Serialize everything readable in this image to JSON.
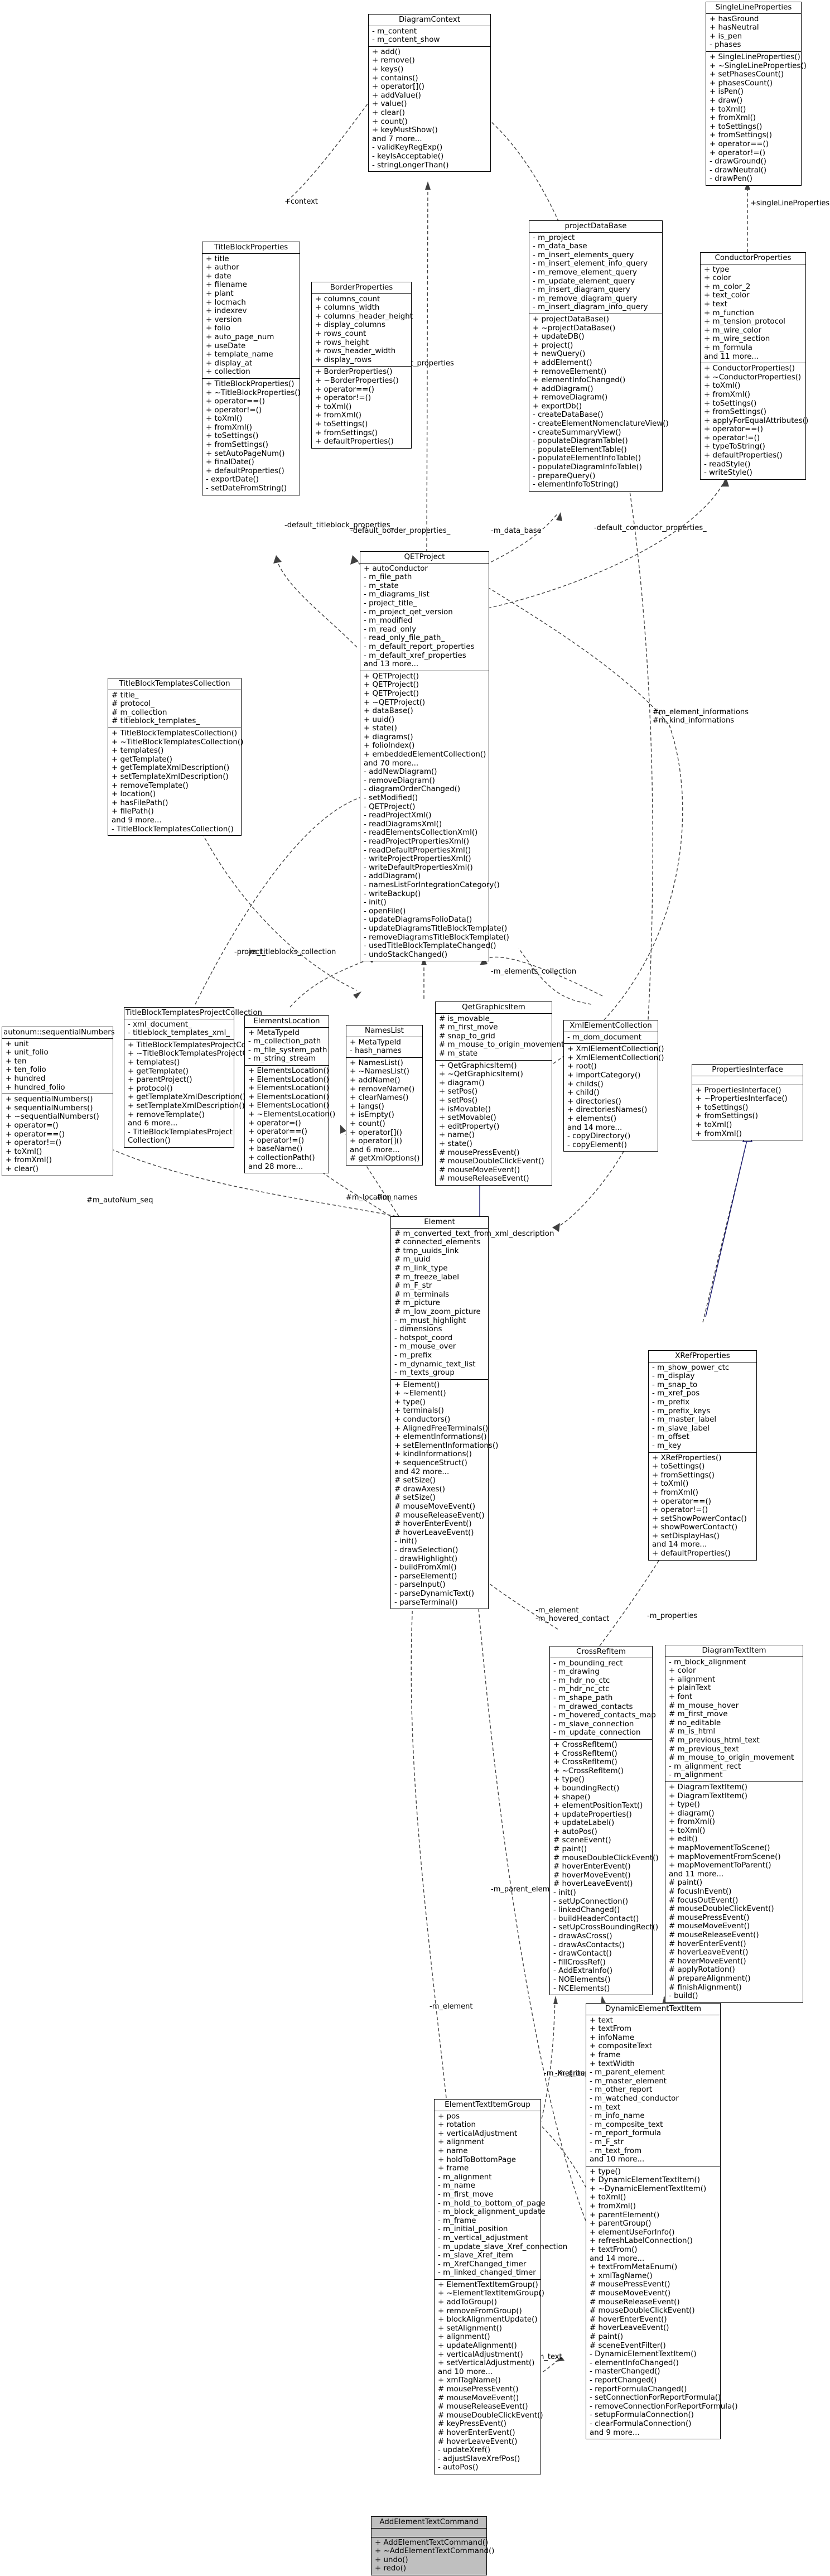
{
  "nodes": {
    "DiagramContext": {
      "title": "DiagramContext",
      "attributes": [
        "- m_content",
        "- m_content_show"
      ],
      "methods": [
        "+ add()",
        "+ remove()",
        "+ keys()",
        "+ contains()",
        "+ operator[]()",
        "+ addValue()",
        "+ value()",
        "+ clear()",
        "+ count()",
        "+ keyMustShow()",
        "and 7 more...",
        "- validKeyRegExp()",
        "- keyIsAcceptable()",
        "- stringLongerThan()"
      ]
    },
    "SingleLineProperties": {
      "title": "SingleLineProperties",
      "attributes": [
        "+ hasGround",
        "+ hasNeutral",
        "+ is_pen",
        "- phases"
      ],
      "methods": [
        "+ SingleLineProperties()",
        "+ ~SingleLineProperties()",
        "+ setPhasesCount()",
        "+ phasesCount()",
        "+ isPen()",
        "+ draw()",
        "+ toXml()",
        "+ fromXml()",
        "+ toSettings()",
        "+ fromSettings()",
        "+ operator==()",
        "+ operator!=()",
        "- drawGround()",
        "- drawNeutral()",
        "- drawPen()"
      ]
    },
    "ProjectDataBase": {
      "title": "projectDataBase",
      "attributes": [
        "- m_project",
        "- m_data_base",
        "- m_insert_elements_query",
        "- m_insert_element_info_query",
        "- m_remove_element_query",
        "- m_update_element_query",
        "- m_insert_diagram_query",
        "- m_remove_diagram_query",
        "- m_insert_diagram_info_query"
      ],
      "methods": [
        "+ projectDataBase()",
        "+ ~projectDataBase()",
        "+ updateDB()",
        "+ project()",
        "+ newQuery()",
        "+ addElement()",
        "+ removeElement()",
        "+ elementInfoChanged()",
        "+ addDiagram()",
        "+ removeDiagram()",
        "+ exportDb()",
        "- createDataBase()",
        "- createElementNomenclatureView()",
        "- createSummaryView()",
        "- populateDiagramTable()",
        "- populateElementTable()",
        "- populateElementInfoTable()",
        "- populateDiagramInfoTable()",
        "- prepareQuery()",
        "- elementInfoToString()"
      ]
    },
    "TitleBlockProperties": {
      "title": "TitleBlockProperties",
      "attributes": [
        "+ title",
        "+ author",
        "+ date",
        "+ filename",
        "+ plant",
        "+ locmach",
        "+ indexrev",
        "+ version",
        "+ folio",
        "+ auto_page_num",
        "+ useDate",
        "+ template_name",
        "+ display_at",
        "+ collection"
      ],
      "methods": [
        "+ TitleBlockProperties()",
        "+ ~TitleBlockProperties()",
        "+ operator==()",
        "+ operator!=()",
        "+ toXml()",
        "+ fromXml()",
        "+ toSettings()",
        "+ fromSettings()",
        "+ setAutoPageNum()",
        "+ finalDate()",
        "+ defaultProperties()",
        "- exportDate()",
        "- setDateFromString()"
      ]
    },
    "BorderProperties": {
      "title": "BorderProperties",
      "attributes": [
        "+ columns_count",
        "+ columns_width",
        "+ columns_header_height",
        "+ display_columns",
        "+ rows_count",
        "+ rows_height",
        "+ rows_header_width",
        "+ display_rows"
      ],
      "methods": [
        "+ BorderProperties()",
        "+ ~BorderProperties()",
        "+ operator==()",
        "+ operator!=()",
        "+ toXml()",
        "+ fromXml()",
        "+ toSettings()",
        "+ fromSettings()",
        "+ defaultProperties()"
      ]
    },
    "ConductorProperties": {
      "title": "ConductorProperties",
      "attributes": [
        "+ type",
        "+ color",
        "+ m_color_2",
        "+ text_color",
        "+ text",
        "+ m_function",
        "+ m_tension_protocol",
        "+ m_wire_color",
        "+ m_wire_section",
        "+ m_formula",
        "and 11 more..."
      ],
      "methods": [
        "+ ConductorProperties()",
        "+ ~ConductorProperties()",
        "+ toXml()",
        "+ fromXml()",
        "+ toSettings()",
        "+ fromSettings()",
        "+ applyForEqualAttributes()",
        "+ operator==()",
        "+ operator!=()",
        "+ typeToString()",
        "+ defaultProperties()",
        "- readStyle()",
        "- writeStyle()"
      ]
    },
    "QETProject": {
      "title": "QETProject",
      "attributes": [
        "+ autoConductor",
        "- m_file_path",
        "- m_state",
        "- m_diagrams_list",
        "- project_title_",
        "- m_project_qet_version",
        "- m_modified",
        "- m_read_only",
        "- read_only_file_path_",
        "- m_default_report_properties",
        "- m_default_xref_properties",
        "and 13 more..."
      ],
      "methods": [
        "+ QETProject()",
        "+ QETProject()",
        "+ QETProject()",
        "+ ~QETProject()",
        "+ dataBase()",
        "+ uuid()",
        "+ state()",
        "+ diagrams()",
        "+ folioIndex()",
        "+ embeddedElementCollection()",
        "and 70 more...",
        "- addNewDiagram()",
        "- removeDiagram()",
        "- diagramOrderChanged()",
        "- setModified()",
        "- QETProject()",
        "- readProjectXml()",
        "- readDiagramsXml()",
        "- readElementsCollectionXml()",
        "- readProjectPropertiesXml()",
        "- readDefaultPropertiesXml()",
        "- writeProjectPropertiesXml()",
        "- writeDefaultPropertiesXml()",
        "- addDiagram()",
        "- namesListForIntegrationCategory()",
        "- writeBackup()",
        "- init()",
        "- openFile()",
        "- updateDiagramsFolioData()",
        "- updateDiagramsTitleBlockTemplate()",
        "- removeDiagramsTitleBlockTemplate()",
        "- usedTitleBlockTemplateChanged()",
        "- undoStackChanged()"
      ]
    },
    "TitleBlockTemplatesCollection": {
      "title": "TitleBlockTemplatesCollection",
      "attributes": [
        "# title_",
        "# protocol_",
        "# m_collection",
        "# titleblock_templates_"
      ],
      "methods": [
        "+ TitleBlockTemplatesCollection()",
        "+ ~TitleBlockTemplatesCollection()",
        "+ templates()",
        "+ getTemplate()",
        "+ getTemplateXmlDescription()",
        "+ setTemplateXmlDescription()",
        "+ removeTemplate()",
        "+ location()",
        "+ hasFilePath()",
        "+ filePath()",
        "and 9 more...",
        "- TitleBlockTemplatesCollection()"
      ]
    },
    "TitleBlockTemplatesProjectCollection": {
      "title": "TitleBlockTemplatesProjectCollection",
      "attributes": [
        "- xml_document_",
        "- titleblock_templates_xml_"
      ],
      "methods": [
        "+ TitleBlockTemplatesProjectCollection()",
        "+ ~TitleBlockTemplatesProjectCollection()",
        "+ templates()",
        "+ getTemplate()",
        "+ parentProject()",
        "+ protocol()",
        "+ getTemplateXmlDescription()",
        "+ setTemplateXmlDescription()",
        "+ removeTemplate()",
        "and 6 more...",
        "- TitleBlockTemplatesProject",
        "Collection()"
      ]
    },
    "ElementsLocation": {
      "title": "ElementsLocation",
      "attributes": [
        "+ MetaTypeId",
        "- m_collection_path",
        "- m_file_system_path",
        "- m_string_stream"
      ],
      "methods": [
        "+ ElementsLocation()",
        "+ ElementsLocation()",
        "+ ElementsLocation()",
        "+ ElementsLocation()",
        "+ ElementsLocation()",
        "+ ~ElementsLocation()",
        "+ operator=()",
        "+ operator==()",
        "+ operator!=()",
        "+ baseName()",
        "+ collectionPath()",
        "and 28 more..."
      ]
    },
    "NamesList": {
      "title": "NamesList",
      "attributes": [
        "+ MetaTypeId",
        "- hash_names"
      ],
      "methods": [
        "+ NamesList()",
        "+ ~NamesList()",
        "+ addName()",
        "+ removeName()",
        "+ clearNames()",
        "+ langs()",
        "+ isEmpty()",
        "+ count()",
        "+ operator[]()",
        "+ operator[]()",
        "and 6 more...",
        "# getXmlOptions()"
      ]
    },
    "QetGraphicsItem": {
      "title": "QetGraphicsItem",
      "attributes": [
        "# is_movable_",
        "# m_first_move",
        "# snap_to_grid",
        "# m_mouse_to_origin_movement",
        "# m_state"
      ],
      "methods": [
        "+ QetGraphicsItem()",
        "+ ~QetGraphicsItem()",
        "+ diagram()",
        "+ setPos()",
        "+ setPos()",
        "+ isMovable()",
        "+ setMovable()",
        "+ editProperty()",
        "+ name()",
        "+ state()",
        "# mousePressEvent()",
        "# mouseDoubleClickEvent()",
        "# mouseMoveEvent()",
        "# mouseReleaseEvent()"
      ]
    },
    "XmlElementCollection": {
      "title": "XmlElementCollection",
      "attributes": [
        "- m_dom_document"
      ],
      "methods": [
        "+ XmlElementCollection()",
        "+ XmlElementCollection()",
        "+ root()",
        "+ importCategory()",
        "+ childs()",
        "+ child()",
        "+ directories()",
        "+ directoriesNames()",
        "+ elements()",
        "and 14 more...",
        "- copyDirectory()",
        "- copyElement()"
      ]
    },
    "AutonumSequentialNumbers": {
      "title": "autonum::sequentialNumbers",
      "attributes": [
        "+ unit",
        "+ unit_folio",
        "+ ten",
        "+ ten_folio",
        "+ hundred",
        "+ hundred_folio"
      ],
      "methods": [
        "+ sequentialNumbers()",
        "+ sequentialNumbers()",
        "+ ~sequentialNumbers()",
        "+ operator=()",
        "+ operator==()",
        "+ operator!=()",
        "+ toXml()",
        "+ fromXml()",
        "+ clear()"
      ]
    },
    "PropertiesInterface": {
      "title": "PropertiesInterface",
      "attributes": [],
      "methods": [
        "+ PropertiesInterface()",
        "+ ~PropertiesInterface()",
        "+ toSettings()",
        "+ fromSettings()",
        "+ toXml()",
        "+ fromXml()"
      ]
    },
    "Element": {
      "title": "Element",
      "attributes": [
        "# m_converted_text_from_xml_description",
        "# connected_elements",
        "# tmp_uuids_link",
        "# m_uuid",
        "# m_link_type",
        "# m_freeze_label",
        "# m_F_str",
        "# m_terminals",
        "# m_picture",
        "# m_low_zoom_picture",
        "- m_must_highlight",
        "- dimensions",
        "- hotspot_coord",
        "- m_mouse_over",
        "- m_prefix",
        "- m_dynamic_text_list",
        "- m_texts_group"
      ],
      "methods": [
        "+ Element()",
        "+ ~Element()",
        "+ type()",
        "+ terminals()",
        "+ conductors()",
        "+ AlignedFreeTerminals()",
        "+ elementInformations()",
        "+ setElementInformations()",
        "+ kindInformations()",
        "+ sequenceStruct()",
        "and 42 more...",
        "# setSize()",
        "# drawAxes()",
        "# setSize()",
        "# mouseMoveEvent()",
        "# mouseReleaseEvent()",
        "# hoverEnterEvent()",
        "# hoverLeaveEvent()",
        "- init()",
        "- drawSelection()",
        "- drawHighlight()",
        "- buildFromXml()",
        "- parseElement()",
        "- parseInput()",
        "- parseDynamicText()",
        "- parseTerminal()"
      ]
    },
    "XRefProperties": {
      "title": "XRefProperties",
      "attributes": [
        "- m_show_power_ctc",
        "- m_display",
        "- m_snap_to",
        "- m_xref_pos",
        "- m_prefix",
        "- m_prefix_keys",
        "- m_master_label",
        "- m_slave_label",
        "- m_offset",
        "- m_key"
      ],
      "methods": [
        "+ XRefProperties()",
        "+ toSettings()",
        "+ fromSettings()",
        "+ toXml()",
        "+ fromXml()",
        "+ operator==()",
        "+ operator!=()",
        "+ setShowPowerContac()",
        "+ showPowerContact()",
        "+ setDisplayHas()",
        "and 14 more...",
        "+ defaultProperties()"
      ]
    },
    "CrossRefItem": {
      "title": "CrossRefItem",
      "attributes": [
        "- m_bounding_rect",
        "- m_drawing",
        "- m_hdr_no_ctc",
        "- m_hdr_nc_ctc",
        "- m_shape_path",
        "- m_drawed_contacts",
        "- m_hovered_contacts_map",
        "- m_slave_connection",
        "- m_update_connection"
      ],
      "methods": [
        "+ CrossRefItem()",
        "+ CrossRefItem()",
        "+ CrossRefItem()",
        "+ ~CrossRefItem()",
        "+ type()",
        "+ boundingRect()",
        "+ shape()",
        "+ elementPositionText()",
        "+ updateProperties()",
        "+ updateLabel()",
        "+ autoPos()",
        "# sceneEvent()",
        "# paint()",
        "# mouseDoubleClickEvent()",
        "# hoverEnterEvent()",
        "# hoverMoveEvent()",
        "# hoverLeaveEvent()",
        "- init()",
        "- setUpConnection()",
        "- linkedChanged()",
        "- buildHeaderContact()",
        "- setUpCrossBoundingRect()",
        "- drawAsCross()",
        "- drawAsContacts()",
        "- drawContact()",
        "- fillCrossRef()",
        "- AddExtraInfo()",
        "- NOElements()",
        "- NCElements()"
      ]
    },
    "DiagramTextItem": {
      "title": "DiagramTextItem",
      "attributes": [
        "- m_block_alignment",
        "+ color",
        "+ alignment",
        "+ plainText",
        "+ font",
        "# m_mouse_hover",
        "# m_first_move",
        "# no_editable",
        "# m_is_html",
        "# m_previous_html_text",
        "# m_previous_text",
        "# m_mouse_to_origin_movement",
        "- m_alignment_rect",
        "- m_alignment"
      ],
      "methods": [
        "+ DiagramTextItem()",
        "+ DiagramTextItem()",
        "+ type()",
        "+ diagram()",
        "+ fromXml()",
        "+ toXml()",
        "+ edit()",
        "+ mapMovementToScene()",
        "+ mapMovementFromScene()",
        "+ mapMovementToParent()",
        "and 11 more...",
        "# paint()",
        "# focusInEvent()",
        "# focusOutEvent()",
        "# mouseDoubleClickEvent()",
        "# mousePressEvent()",
        "# mouseMoveEvent()",
        "# mouseReleaseEvent()",
        "# hoverEnterEvent()",
        "# hoverLeaveEvent()",
        "# hoverMoveEvent()",
        "# applyRotation()",
        "# prepareAlignment()",
        "# finishAlignment()",
        "- build()"
      ]
    },
    "ElementTextItemGroup": {
      "title": "ElementTextItemGroup",
      "attributes": [
        "+ pos",
        "+ rotation",
        "+ verticalAdjustment",
        "+ alignment",
        "+ name",
        "+ holdToBottomPage",
        "+ frame",
        "- m_alignment",
        "- m_name",
        "- m_first_move",
        "- m_hold_to_bottom_of_page",
        "- m_block_alignment_update",
        "- m_frame",
        "- m_initial_position",
        "- m_vertical_adjustment",
        "- m_update_slave_Xref_connection",
        "- m_slave_Xref_item",
        "- m_XrefChanged_timer",
        "- m_linked_changed_timer"
      ],
      "methods": [
        "+ ElementTextItemGroup()",
        "+ ~ElementTextItemGroup()",
        "+ addToGroup()",
        "+ removeFromGroup()",
        "+ blockAlignmentUpdate()",
        "+ setAlignment()",
        "+ alignment()",
        "+ updateAlignment()",
        "+ verticalAdjustment()",
        "+ setVerticalAdjustment()",
        "and 10 more...",
        "+ xmlTagName()",
        "# mousePressEvent()",
        "# mouseMoveEvent()",
        "# mouseReleaseEvent()",
        "# mouseDoubleClickEvent()",
        "# keyPressEvent()",
        "# hoverEnterEvent()",
        "# hoverLeaveEvent()",
        "- updateXref()",
        "- adjustSlaveXrefPos()",
        "- autoPos()"
      ]
    },
    "DynamicElementTextItem": {
      "title": "DynamicElementTextItem",
      "attributes": [
        "+ text",
        "+ textFrom",
        "+ infoName",
        "+ compositeText",
        "+ frame",
        "+ textWidth",
        "- m_parent_element",
        "- m_master_element",
        "- m_other_report",
        "- m_watched_conductor",
        "- m_text",
        "- m_info_name",
        "- m_composite_text",
        "- m_report_formula",
        "- m_F_str",
        "- m_text_from",
        "and 10 more..."
      ],
      "methods": [
        "+ type()",
        "+ DynamicElementTextItem()",
        "+ ~DynamicElementTextItem()",
        "+ toXml()",
        "+ fromXml()",
        "+ parentElement()",
        "+ parentGroup()",
        "+ elementUseForInfo()",
        "+ refreshLabelConnection()",
        "+ textFrom()",
        "and 14 more...",
        "+ textFromMetaEnum()",
        "+ xmlTagName()",
        "# mousePressEvent()",
        "# mouseMoveEvent()",
        "# mouseReleaseEvent()",
        "# mouseDoubleClickEvent()",
        "# hoverEnterEvent()",
        "# hoverLeaveEvent()",
        "# paint()",
        "# sceneEventFilter()",
        "- DynamicElementTextItem()",
        "- elementInfoChanged()",
        "- masterChanged()",
        "- reportChanged()",
        "- reportFormulaChanged()",
        "- setConnectionForReportFormula()",
        "- removeConnectionForReportFormula()",
        "- setupFormulaConnection()",
        "- clearFormulaConnection()",
        "and 9 more..."
      ]
    },
    "AddElementTextCommand": {
      "title": "AddElementTextCommand",
      "attributes": [],
      "methods": [
        "+ AddElementTextCommand()",
        "+ ~AddElementTextCommand()",
        "+ undo()",
        "+ redo()"
      ]
    }
  },
  "edge_labels": {
    "context": "+context",
    "single_line": "+singleLineProperties",
    "m_project_properties": "-m_project_properties",
    "default_titleblock": "-default_titleblock_properties_",
    "default_border": "-default_border_properties_",
    "m_data_base": "-m_data_base",
    "default_conductor": "-default_conductor_properties_",
    "m_element_informations": "#m_element_informations",
    "m_kind_informations": "#m_kind_informations",
    "project": "-project_",
    "m_titleblocks": "-m_titleblocks_collection",
    "m_project": "-m_project",
    "m_elements_collection": "-m_elements_collection",
    "m_autoNum_seq": "#m_autoNum_seq",
    "m_location": "#m_location",
    "m_names": "#m_names",
    "m_element_hovered": "-m_element\n-m_hovered_contact",
    "m_properties": "-m_properties",
    "m_parent_element": "-m_parent_element",
    "m_element": "-m_element",
    "m_Xref_item_left": "-m_Xref_item",
    "m_group": "-m_group",
    "m_Xref_item_right": "-m_Xref_item",
    "m_text_top": "-m_text",
    "m_text_bottom": "-m_text"
  }
}
